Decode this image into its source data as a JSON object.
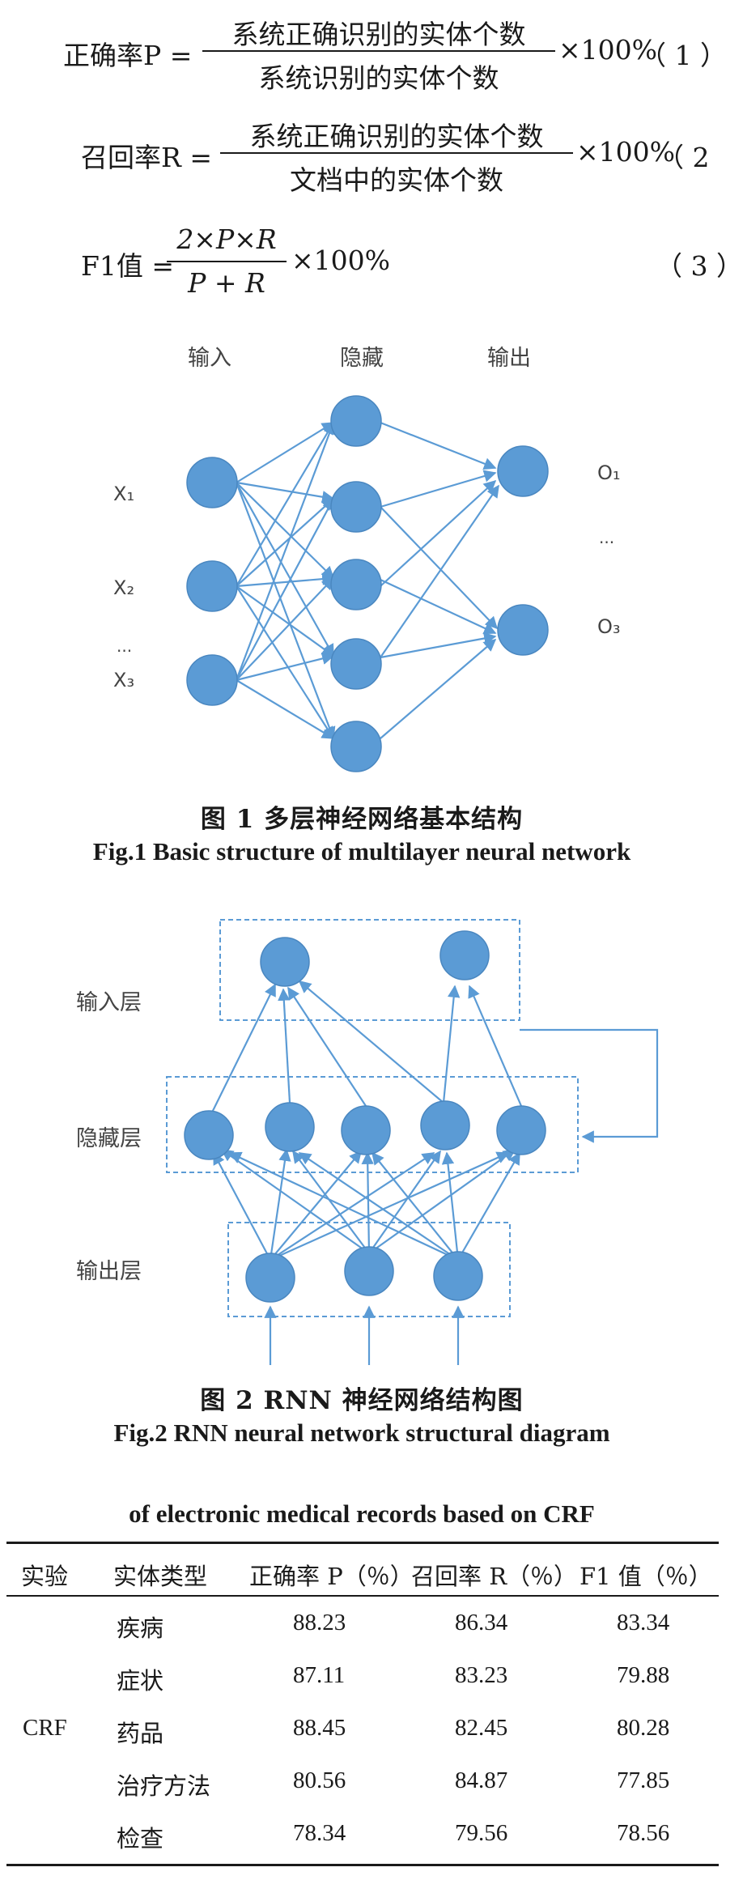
{
  "formulas": [
    {
      "lhs": "正确率P =",
      "numerator": "系统正确识别的实体个数",
      "denominator": "系统识别的实体个数",
      "suffix": "×100%",
      "num": "（ 1 ）"
    },
    {
      "lhs": "召回率R =",
      "numerator": "系统正确识别的实体个数",
      "denominator": "文档中的实体个数",
      "suffix": "×100%",
      "num": "（ 2"
    },
    {
      "lhs": "F1值 =",
      "numerator": "2×P×R",
      "denominator": "P + R",
      "suffix": "×100%",
      "num": "（ 3 ）"
    }
  ],
  "fig1": {
    "labels": {
      "input": "输入",
      "hidden": "隐藏",
      "output": "输出"
    },
    "x_labels": [
      "X₁",
      "X₂",
      "...",
      "X₃"
    ],
    "o_labels": [
      "O₁",
      "...",
      "O₃"
    ],
    "caption_zh": "图 1    多层神经网络基本结构",
    "caption_en": "Fig.1    Basic structure of multilayer neural network",
    "node_color": "#5b9bd5",
    "edge_color": "#5b9bd5"
  },
  "fig2": {
    "labels": {
      "input_layer": "输入层",
      "hidden_layer": "隐藏层",
      "output_layer": "输出层"
    },
    "caption_zh": "图 2    RNN 神经网络结构图",
    "caption_en": "Fig.2    RNN neural network structural diagram"
  },
  "table": {
    "caption": "of electronic medical records based on CRF",
    "headers": [
      "实验",
      "实体类型",
      "正确率 P（％）",
      "召回率 R（％）",
      "F1 值（％）"
    ],
    "experiment": "CRF",
    "rows": [
      {
        "type": "疾病",
        "p": "88.23",
        "r": "86.34",
        "f1": "83.34"
      },
      {
        "type": "症状",
        "p": "87.11",
        "r": "83.23",
        "f1": "79.88"
      },
      {
        "type": "药品",
        "p": "88.45",
        "r": "82.45",
        "f1": "80.28"
      },
      {
        "type": "治疗方法",
        "p": "80.56",
        "r": "84.87",
        "f1": "77.85"
      },
      {
        "type": "检查",
        "p": "78.34",
        "r": "79.56",
        "f1": "78.56"
      }
    ]
  }
}
